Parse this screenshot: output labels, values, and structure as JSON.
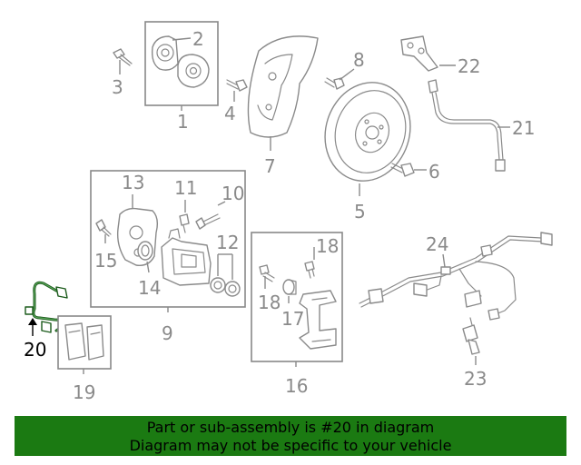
{
  "callouts": {
    "c1": "1",
    "c2": "2",
    "c3": "3",
    "c4": "4",
    "c5": "5",
    "c6": "6",
    "c7": "7",
    "c8": "8",
    "c9": "9",
    "c10": "10",
    "c11": "11",
    "c12": "12",
    "c13": "13",
    "c14": "14",
    "c15": "15",
    "c16": "16",
    "c17": "17",
    "c18a": "18",
    "c18b": "18",
    "c19": "19",
    "c20": "20",
    "c21": "21",
    "c22": "22",
    "c23": "23",
    "c24": "24"
  },
  "highlight": {
    "part": "20",
    "color": "#1b7a12"
  },
  "banner": {
    "line1": "Part or sub-assembly is #20 in diagram",
    "line2": "Diagram may not be specific to your vehicle"
  }
}
